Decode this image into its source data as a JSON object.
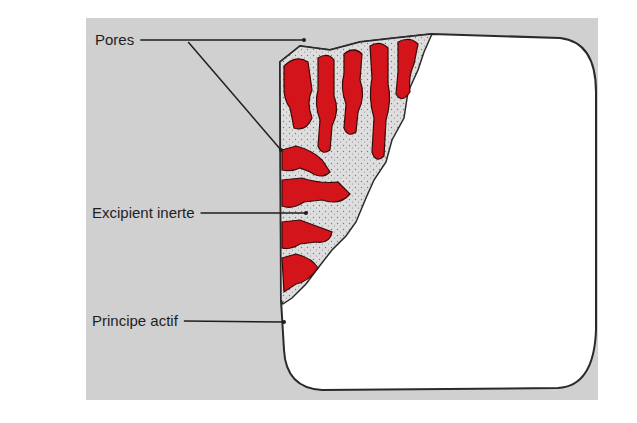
{
  "diagram": {
    "labels": [
      "Pores",
      "Excipient inerte",
      "Principe actif"
    ]
  }
}
